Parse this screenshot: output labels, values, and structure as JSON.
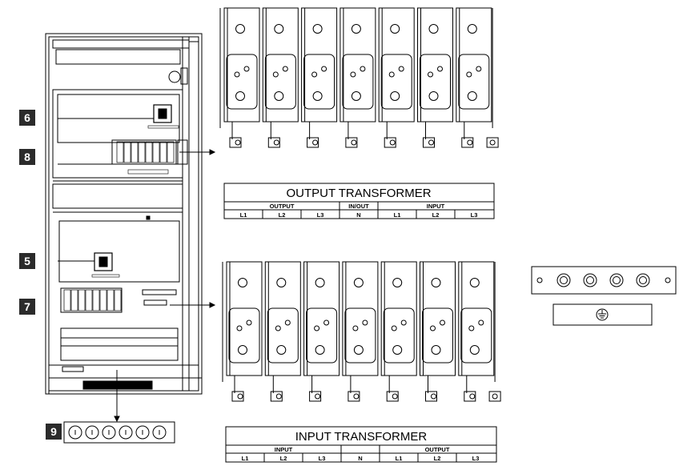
{
  "badges": {
    "b6": "6",
    "b8": "8",
    "b5": "5",
    "b7": "7",
    "b9": "9"
  },
  "output_transformer": {
    "title": "OUTPUT TRANSFORMER",
    "groups": [
      "OUTPUT",
      "IN/OUT",
      "INPUT"
    ],
    "terminals": [
      "L1",
      "L2",
      "L3",
      "N",
      "L1",
      "L2",
      "L3"
    ]
  },
  "input_transformer": {
    "title": "INPUT TRANSFORMER",
    "groups": [
      "INPUT",
      "",
      "OUTPUT"
    ],
    "terminals": [
      "L1",
      "L2",
      "L3",
      "N",
      "L1",
      "L2",
      "L3"
    ]
  },
  "colors": {
    "line": "#000000",
    "badge": "#2b2b2b",
    "background": "#ffffff"
  },
  "icons": {
    "ground": "ground-symbol-icon"
  }
}
